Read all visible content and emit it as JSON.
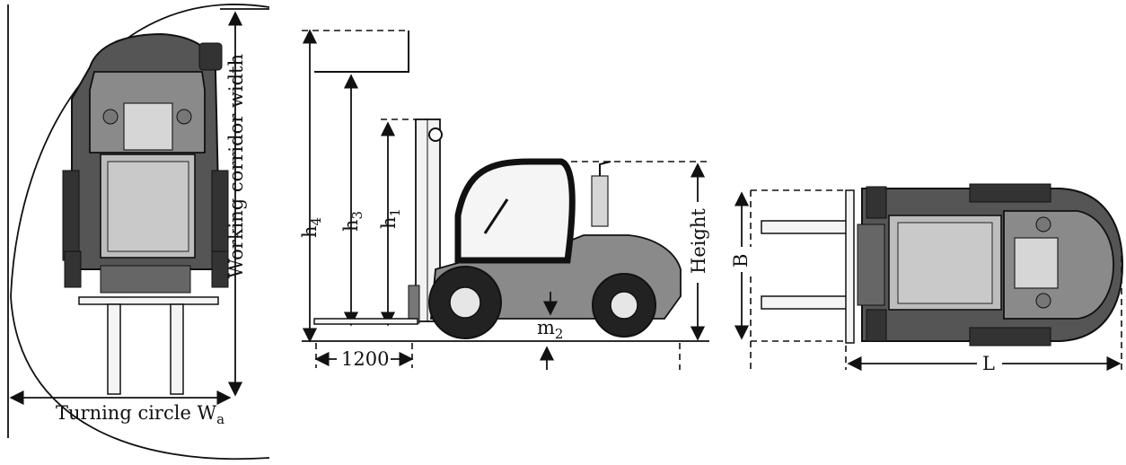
{
  "labels": {
    "turning_circle": "Turning circle W",
    "turning_circle_sub": "a",
    "working_corridor": "Working corridor width",
    "h4": "h",
    "h4_sub": "4",
    "h3": "h",
    "h3_sub": "3",
    "h1": "h",
    "h1_sub": "1",
    "height": "Height",
    "m2": "m",
    "m2_sub": "2",
    "dim_1200": "1200",
    "B": "B",
    "L": "L"
  }
}
